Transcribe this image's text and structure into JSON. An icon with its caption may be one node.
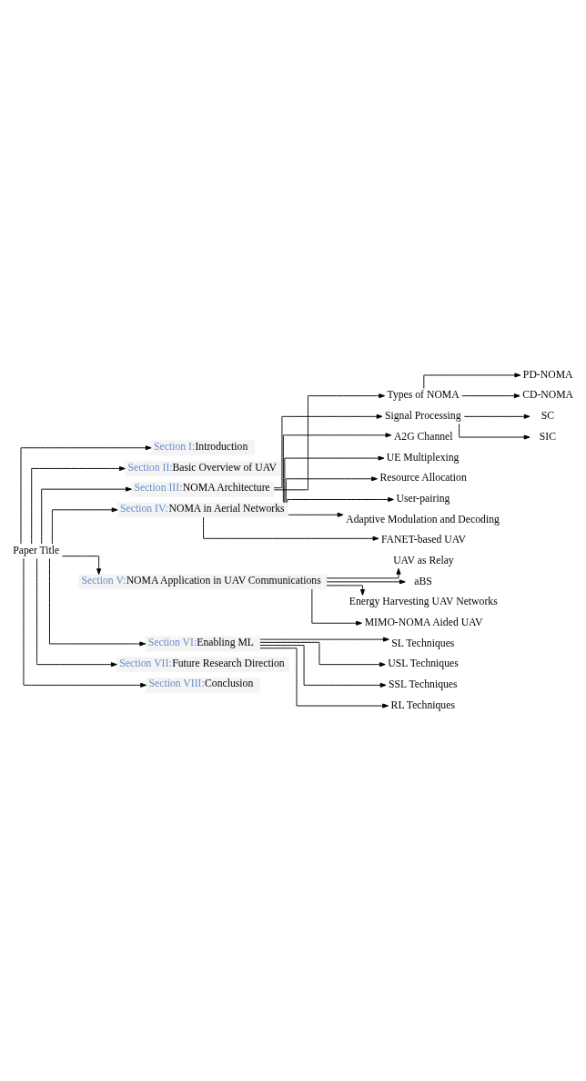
{
  "diagram": {
    "nodes": [
      {
        "text": [
          "Paper Title"
        ]
      },
      {
        "text": [
          "Section I:",
          "Introduction"
        ]
      },
      {
        "text": [
          "Section II:",
          "Basic Overview of UAV"
        ]
      },
      {
        "text": [
          "Section III:",
          "NOMA Architecture"
        ]
      },
      {
        "text": [
          "Types of NOMA"
        ]
      },
      {
        "text": [
          "PD-NOMA"
        ]
      },
      {
        "text": [
          "CD-NOMA"
        ]
      },
      {
        "text": [
          "Signal Processing"
        ]
      },
      {
        "text": [
          "SC"
        ]
      },
      {
        "text": [
          "SIC"
        ]
      },
      {
        "text": [
          "Section IV:",
          "NOMA in Aerial Networks"
        ]
      },
      {
        "text": [
          "A2G Channel"
        ]
      },
      {
        "text": [
          "UE Multiplexing"
        ]
      },
      {
        "text": [
          "Resource Allocation"
        ]
      },
      {
        "text": [
          "User-pairing"
        ]
      },
      {
        "text": [
          "Adaptive Modulation and Decoding"
        ]
      },
      {
        "text": [
          "FANET-based UAV"
        ]
      },
      {
        "text": [
          "Section V:",
          "NOMA Application in UAV Communications"
        ]
      },
      {
        "text": [
          "UAV as Relay"
        ]
      },
      {
        "text": [
          "aBS"
        ]
      },
      {
        "text": [
          "Energy Harvesting UAV Networks"
        ]
      },
      {
        "text": [
          "MIMO-NOMA Aided UAV"
        ]
      },
      {
        "text": [
          "Section VI:",
          "Enabling ML"
        ]
      },
      {
        "text": [
          "SL Techniques"
        ]
      },
      {
        "text": [
          "USL Techniques"
        ]
      },
      {
        "text": [
          "SSL Techniques"
        ]
      },
      {
        "text": [
          "RL Techniques"
        ]
      },
      {
        "text": [
          "Section VII:",
          "Future Research Direction"
        ]
      },
      {
        "text": [
          "Section VIII:",
          "Conclusion"
        ]
      }
    ],
    "edges": [
      {
        "from": 0,
        "to": 1,
        "arrow": "to"
      },
      {
        "from": 0,
        "to": 2,
        "arrow": "to"
      },
      {
        "from": 0,
        "to": 3,
        "arrow": "to"
      },
      {
        "from": 3,
        "to": 4,
        "arrow": "to"
      },
      {
        "from": 4,
        "to": 5,
        "arrow": "to"
      },
      {
        "from": 4,
        "to": 6,
        "arrow": "to"
      },
      {
        "from": 3,
        "to": 7,
        "arrow": "to"
      },
      {
        "from": 7,
        "to": 8,
        "arrow": "to"
      },
      {
        "from": 7,
        "to": 9,
        "arrow": "to"
      },
      {
        "from": 0,
        "to": 10,
        "arrow": "to"
      },
      {
        "from": 10,
        "to": 11,
        "arrow": "to"
      },
      {
        "from": 10,
        "to": 12,
        "arrow": "to"
      },
      {
        "from": 10,
        "to": 13,
        "arrow": "to"
      },
      {
        "from": 10,
        "to": 14,
        "arrow": "to"
      },
      {
        "from": 10,
        "to": 15,
        "arrow": "to"
      },
      {
        "from": 10,
        "to": 16,
        "arrow": "to"
      },
      {
        "from": 0,
        "to": 17,
        "arrow": "to"
      },
      {
        "from": 17,
        "to": 18,
        "arrow": "to"
      },
      {
        "from": 17,
        "to": 19,
        "arrow": "to"
      },
      {
        "from": 17,
        "to": 20,
        "arrow": "to"
      },
      {
        "from": 17,
        "to": 21,
        "arrow": "to"
      },
      {
        "from": 0,
        "to": 22,
        "arrow": "to"
      },
      {
        "from": 22,
        "to": 23,
        "arrow": "to"
      },
      {
        "from": 22,
        "to": 24,
        "arrow": "to"
      },
      {
        "from": 22,
        "to": 25,
        "arrow": "to"
      },
      {
        "from": 22,
        "to": 26,
        "arrow": "to"
      },
      {
        "from": 0,
        "to": 27,
        "arrow": "to"
      },
      {
        "from": 0,
        "to": 28,
        "arrow": "to"
      }
    ]
  }
}
